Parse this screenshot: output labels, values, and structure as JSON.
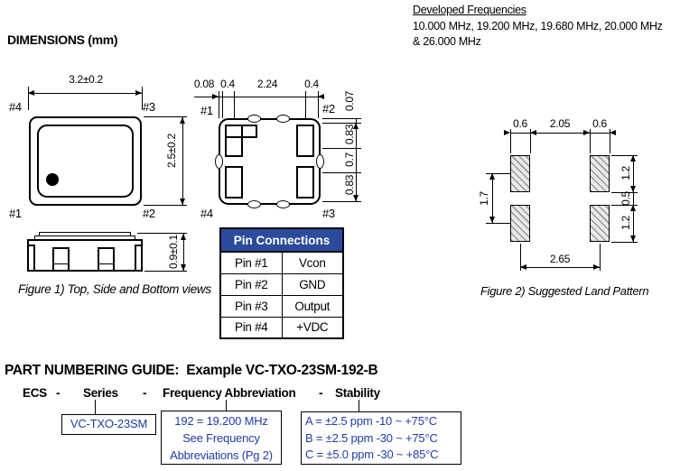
{
  "page": {
    "dimensions_heading": "DIMENSIONS (mm)",
    "developed": {
      "title": "Developed Frequencies",
      "line1": "10.000 MHz, 19.200 MHz, 19.680 MHz, 20.000 MHz",
      "line2": "& 26.000 MHz"
    }
  },
  "figure1": {
    "caption": "Figure 1) Top, Side and Bottom  views",
    "top_view": {
      "width_dim": "3.2±0.2",
      "height_dim": "2.5±0.2",
      "pins": {
        "tl": "#4",
        "tr": "#3",
        "bl": "#1",
        "br": "#2"
      }
    },
    "side_view": {
      "height_dim": "0.9±0.1"
    },
    "bottom_view": {
      "top_dims": [
        "0.08",
        "0.4",
        "2.24",
        "0.4"
      ],
      "right_dims": [
        "0.07",
        "0.83",
        "0.7",
        "0.83"
      ],
      "pins": {
        "tl": "#1",
        "tr": "#2",
        "bl": "#4",
        "br": "#3"
      }
    }
  },
  "pin_table": {
    "header": "Pin Connections",
    "rows": [
      {
        "pin": "Pin #1",
        "signal": "Vcon"
      },
      {
        "pin": "Pin #2",
        "signal": "GND"
      },
      {
        "pin": "Pin #3",
        "signal": "Output"
      },
      {
        "pin": "Pin #4",
        "signal": "+VDC"
      }
    ]
  },
  "figure2": {
    "caption": "Figure 2) Suggested Land Pattern",
    "dims": {
      "pad_w_left": "0.6",
      "gap_h": "2.05",
      "pad_w_right": "0.6",
      "pad_h_top": "1.2",
      "gap_v": "0.5",
      "pad_h_bot": "1.2",
      "pitch_v": "1.7",
      "pitch_h": "2.65"
    }
  },
  "part_guide": {
    "heading": "PART NUMBERING GUIDE:  Example VC-TXO-23SM-192-B",
    "ecs": "ECS",
    "dash": "-",
    "series_label": "Series",
    "freq_label": "Frequency Abbreviation",
    "stability_label": "Stability",
    "series_box": "VC-TXO-23SM",
    "freq_box": {
      "line1": "192 = 19.200 MHz",
      "line2": "See Frequency",
      "line3": "Abbreviations (Pg 2)"
    },
    "stability_box": {
      "line1": "A = ±2.5 ppm -10 ~ +75°C",
      "line2": "B = ±2.5 ppm -30 ~ +75°C",
      "line3": "C = ±5.0 ppm -30 ~ +85°C"
    }
  },
  "colors": {
    "table_header_bg": "#2b4b9c",
    "table_header_text": "#ffffff",
    "guide_box_text": "#1f3da8",
    "ink": "#000000"
  }
}
